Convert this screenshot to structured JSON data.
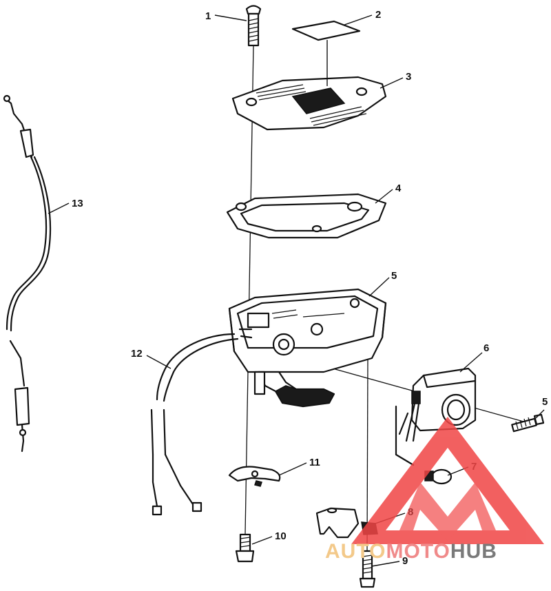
{
  "callouts": {
    "c1": "1",
    "c2": "2",
    "c3": "3",
    "c4": "4",
    "c5a": "5",
    "c5b": "5",
    "c6": "6",
    "c7": "7",
    "c8": "8",
    "c9": "9",
    "c10": "10",
    "c11": "11",
    "c12": "12",
    "c13": "13"
  },
  "watermark": {
    "part1": "AUTO",
    "part2": "MOTO",
    "part3": "HUB",
    "colors": {
      "auto": "#f3c98a",
      "moto": "#f08a8a",
      "hub": "#7a7a7a",
      "triangle": "#f04545"
    }
  }
}
